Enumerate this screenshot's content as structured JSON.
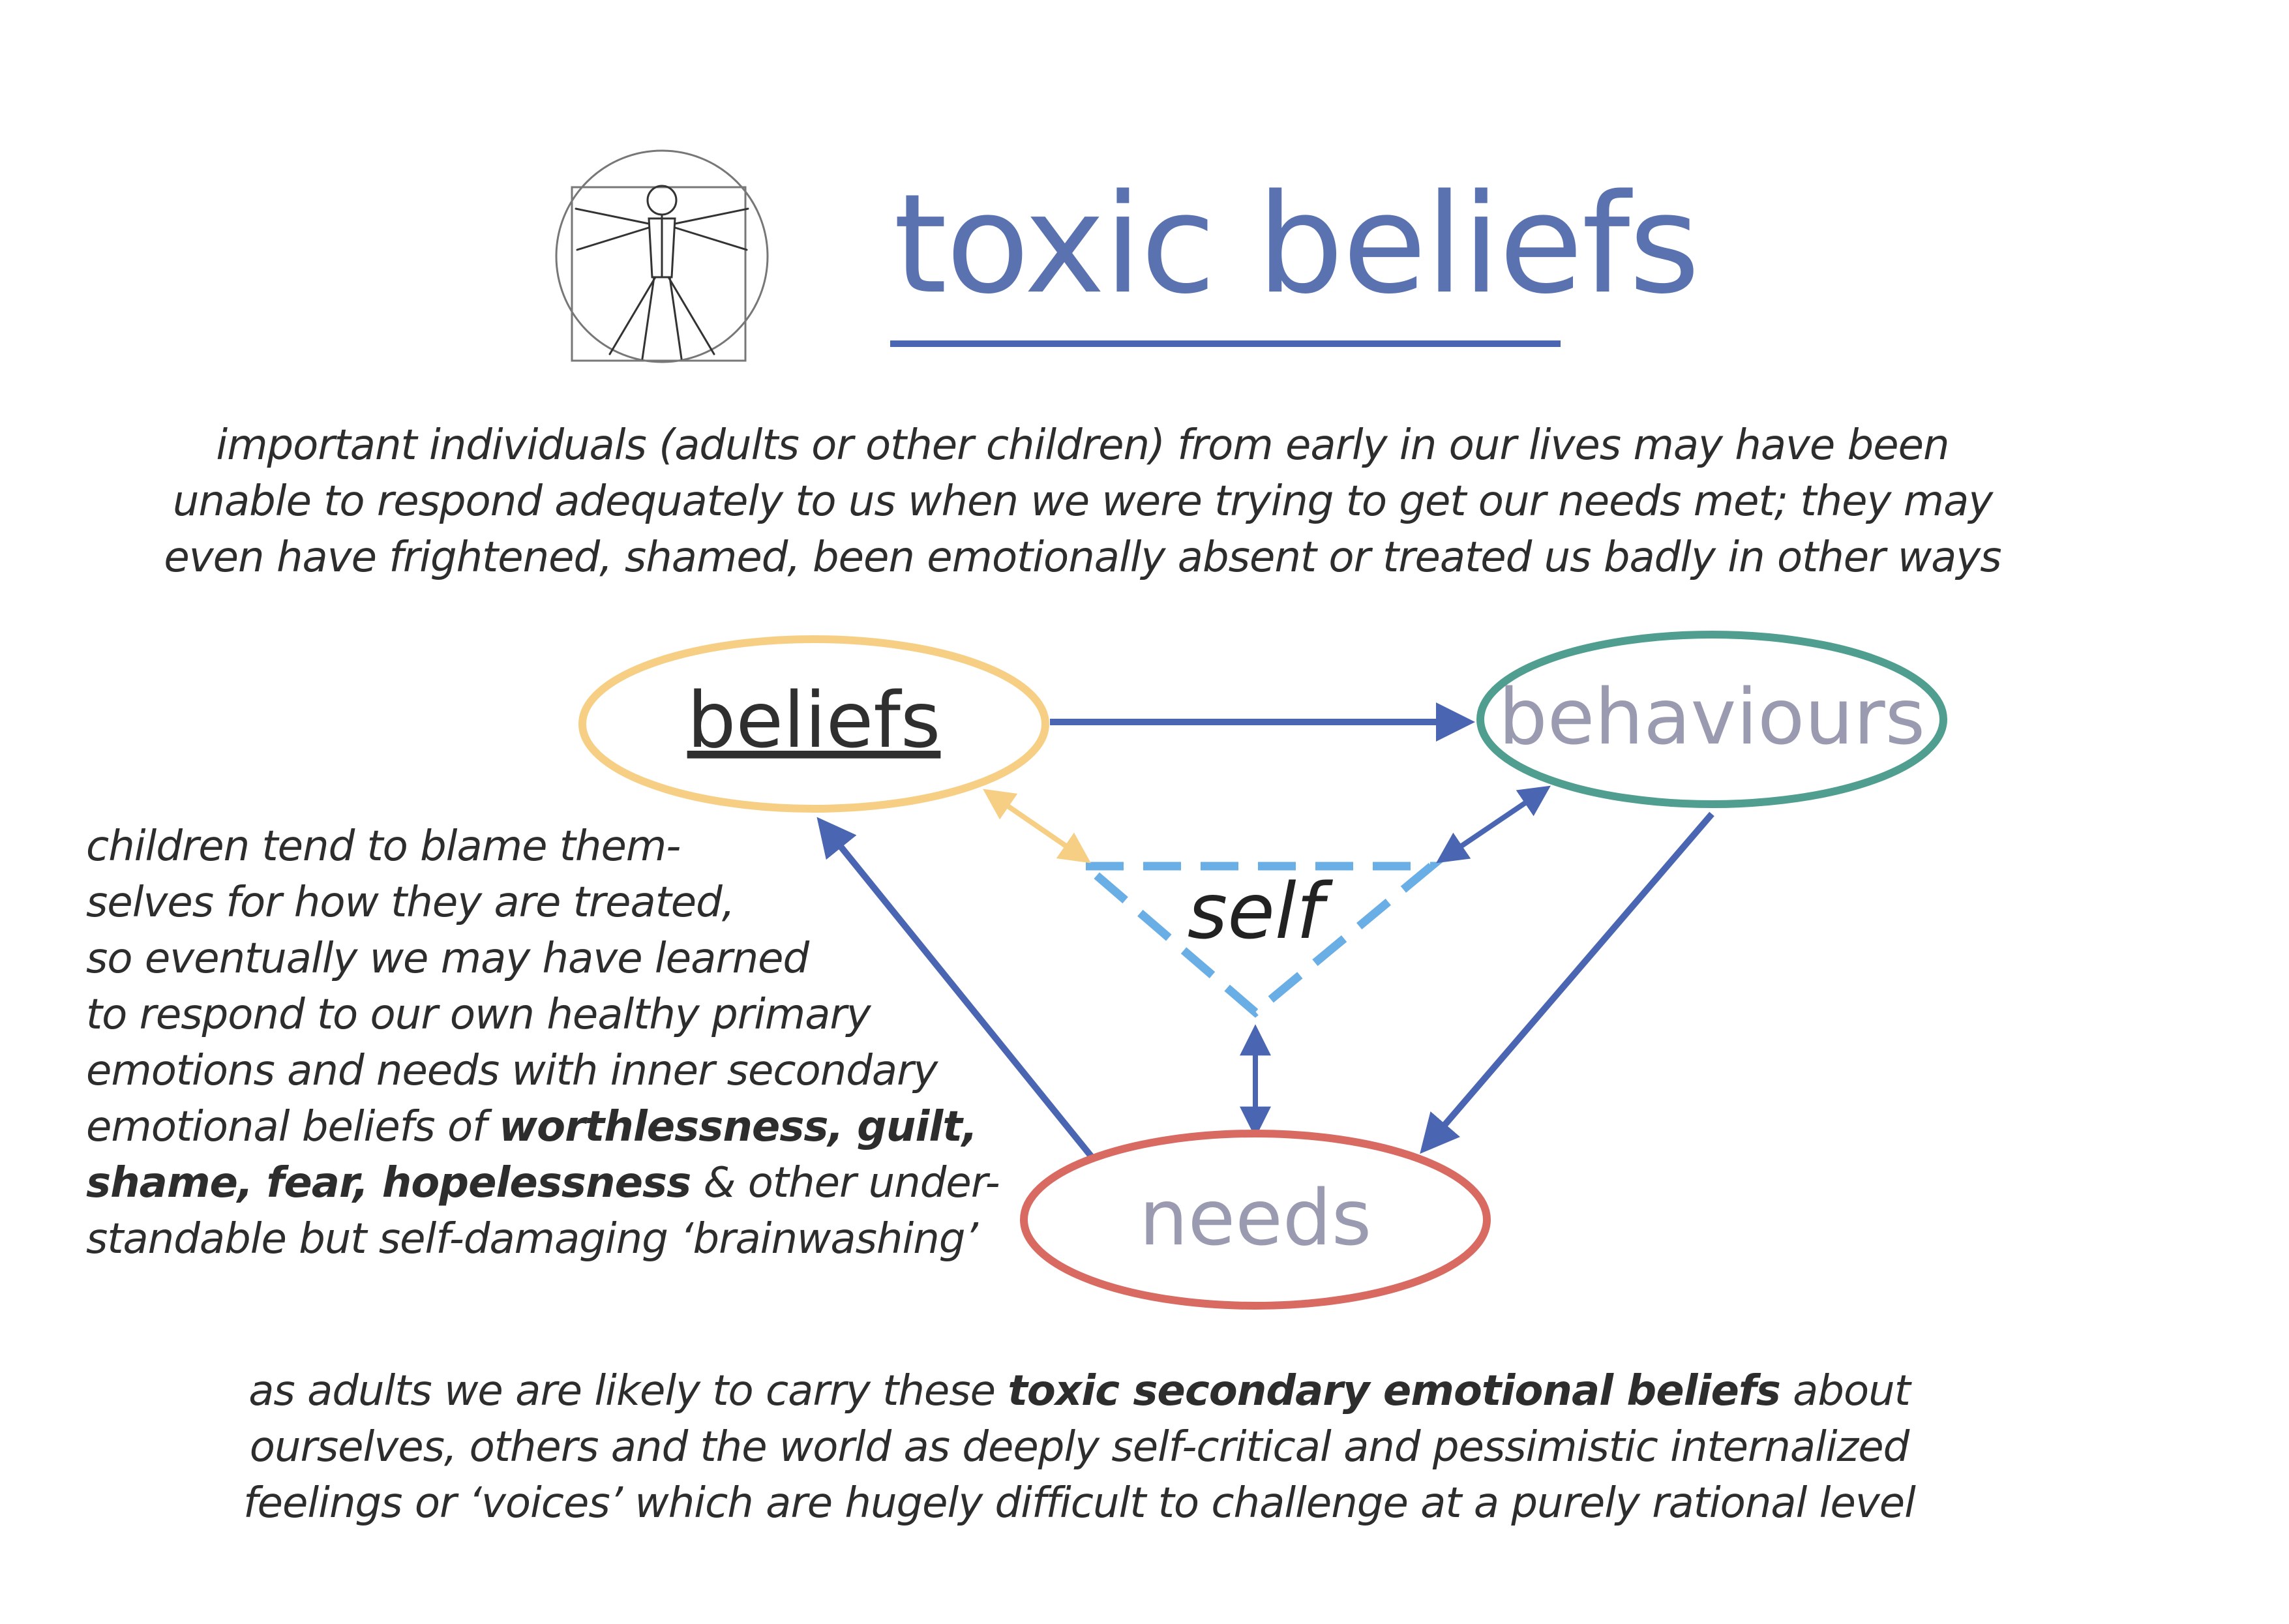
{
  "title": "toxic beliefs",
  "intro_lines": [
    "important individuals (adults or other children) from early in our lives may have been",
    "unable to respond adequately to us when we were trying to get our needs met; they may",
    "even have frightened, shamed, been emotionally absent or treated us badly in other ways"
  ],
  "nodes": {
    "beliefs": "beliefs",
    "behaviours": "behaviours",
    "needs": "needs",
    "self": "self"
  },
  "left_text": {
    "l1": "children tend to blame them-",
    "l2": "selves for how they are treated,",
    "l3": "so eventually we may have learned",
    "l4": "to respond to our own healthy primary",
    "l5": "emotions and needs with inner secondary",
    "l6a": "emotional beliefs of ",
    "l6b": "worthlessness, guilt,",
    "l7a": "shame, fear, hopelessness",
    "l7b": " & other under-",
    "l8": "standable but self-damaging ‘brainwashing’"
  },
  "outro": {
    "l1a": "as adults we are likely to carry these ",
    "l1b": "toxic secondary emotional beliefs",
    "l1c": " about",
    "l2": "ourselves, others and the world as deeply self-critical and pessimistic internalized",
    "l3": "feelings or ‘voices’ which are hugely difficult to challenge at a purely rational level"
  },
  "colors": {
    "title": "#5a73b0",
    "arrow": "#4a66b2",
    "beliefs_ring": "#f6cf84",
    "behaviours_ring": "#4f9e8f",
    "needs_ring": "#d86a62",
    "self_dash": "#6aaee6",
    "grey_label": "#9a9ab0"
  }
}
